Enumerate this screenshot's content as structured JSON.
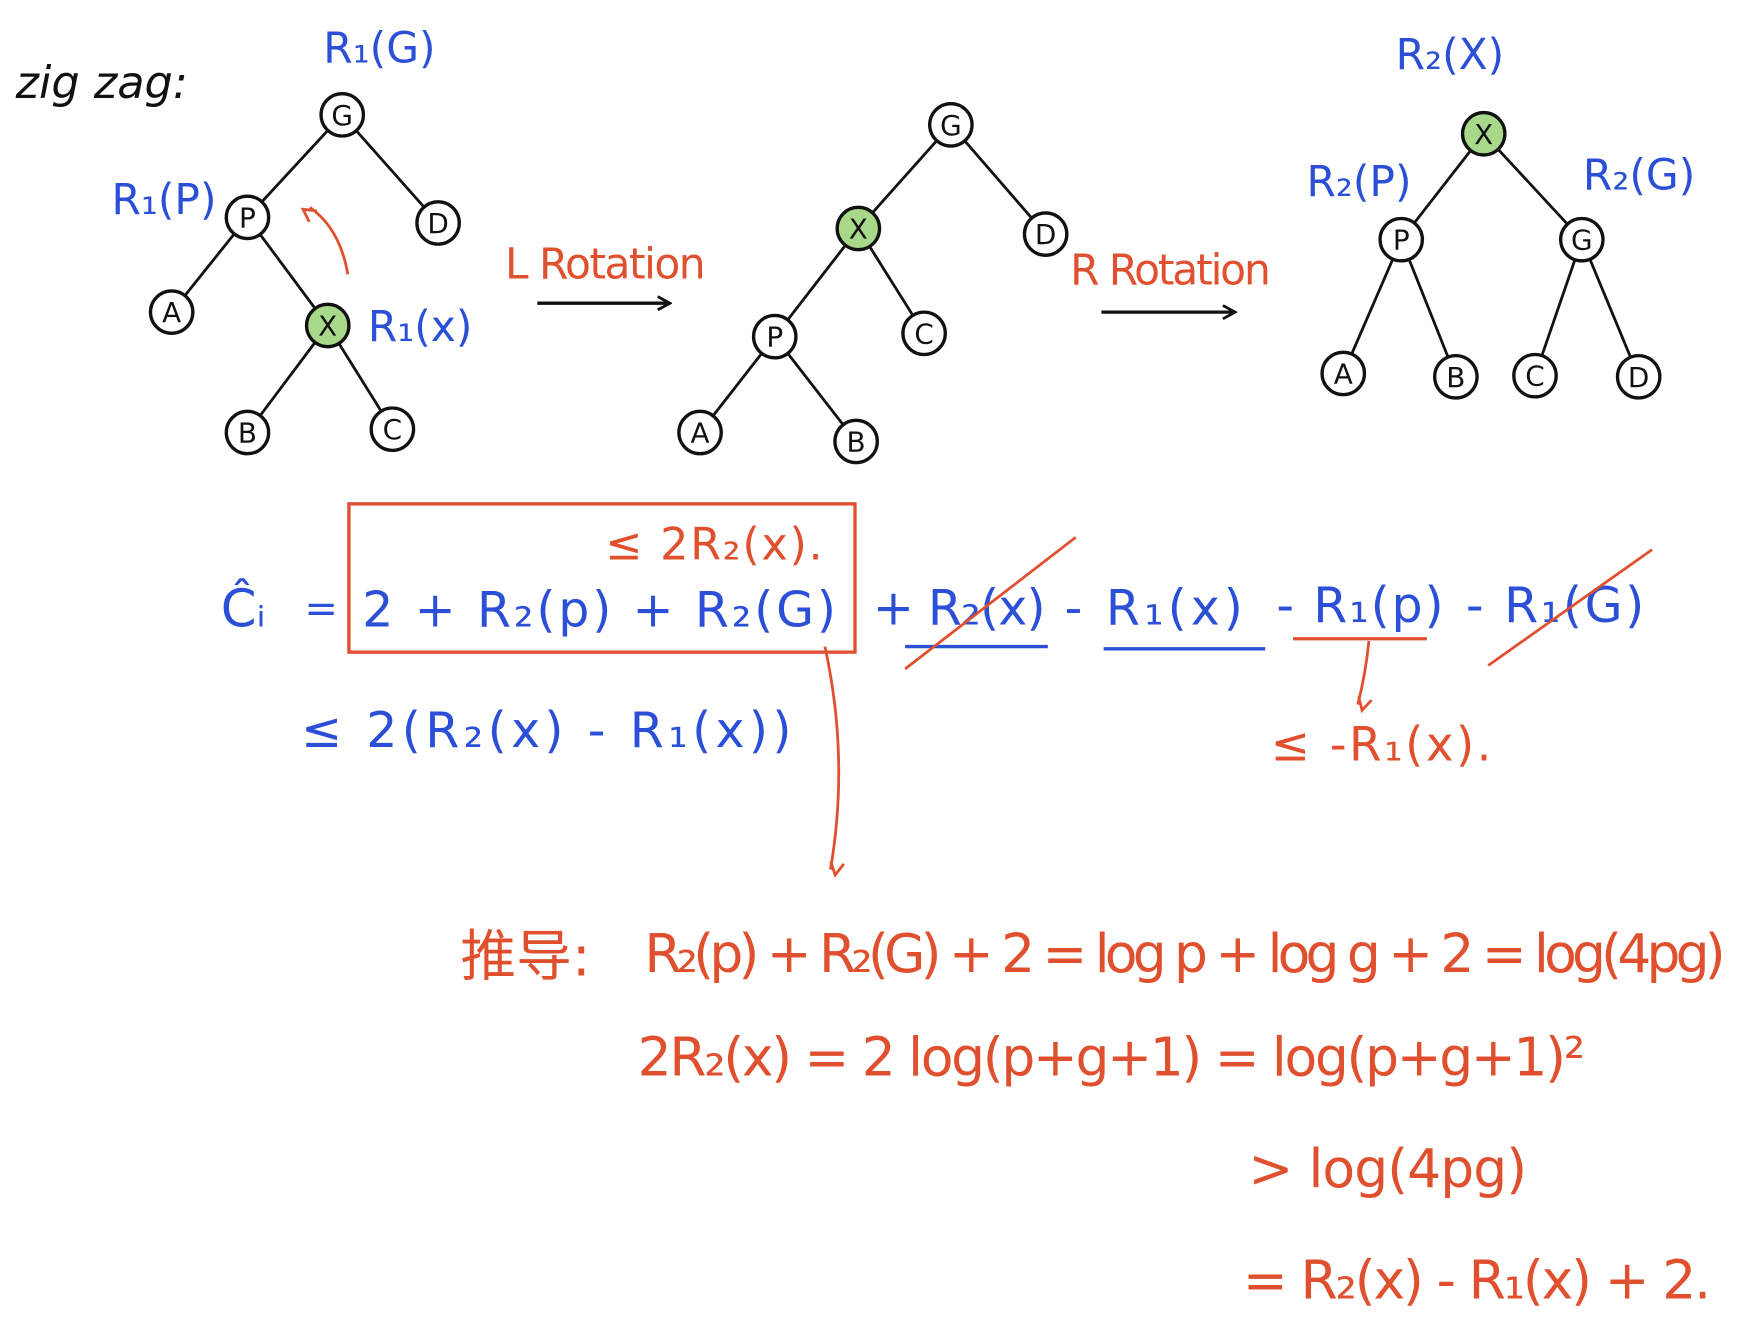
{
  "title": "zig zag:",
  "colors": {
    "blue": "#2b4fd6",
    "red": "#e0502f",
    "green": "#a8d98a",
    "black": "#111111"
  },
  "trees": [
    {
      "nodes": {
        "G": "G",
        "P": "P",
        "D": "D",
        "A": "A",
        "X": "X",
        "B": "B",
        "C": "C"
      },
      "edges": [
        [
          "G",
          "P"
        ],
        [
          "G",
          "D"
        ],
        [
          "P",
          "A"
        ],
        [
          "P",
          "X"
        ],
        [
          "X",
          "B"
        ],
        [
          "X",
          "C"
        ]
      ],
      "highlight": "X",
      "labels": {
        "G": "R₁(G)",
        "P": "R₁(P)",
        "X": "R₁(x)"
      }
    },
    {
      "nodes": {
        "G": "G",
        "X": "X",
        "D": "D",
        "P": "P",
        "C": "C",
        "A": "A",
        "B": "B"
      },
      "edges": [
        [
          "G",
          "X"
        ],
        [
          "G",
          "D"
        ],
        [
          "X",
          "P"
        ],
        [
          "X",
          "C"
        ],
        [
          "P",
          "A"
        ],
        [
          "P",
          "B"
        ]
      ],
      "highlight": "X"
    },
    {
      "nodes": {
        "X": "X",
        "P": "P",
        "G": "G",
        "A": "A",
        "B": "B",
        "C": "C",
        "D": "D"
      },
      "edges": [
        [
          "X",
          "P"
        ],
        [
          "X",
          "G"
        ],
        [
          "P",
          "A"
        ],
        [
          "P",
          "B"
        ],
        [
          "G",
          "C"
        ],
        [
          "G",
          "D"
        ]
      ],
      "highlight": "X",
      "labels": {
        "X": "R₂(X)",
        "P": "R₂(P)",
        "G": "R₂(G)"
      }
    }
  ],
  "arrows": {
    "left_rotation": "L Rotation",
    "right_rotation": "R Rotation"
  },
  "formula": {
    "lhs": "Ĉᵢ",
    "eq": "=",
    "boxed": "2 +  R₂(p) + R₂(G)",
    "box_note": "≤ 2R₂(x).",
    "term1": "+ R₂(x)",
    "term2": "- R₁(x)",
    "term3": "- R₁(p)",
    "term4": "- R₁(G)",
    "bound": "≤  2(R₂(x) - R₁(x))",
    "term3_note": "≤ -R₁(x)."
  },
  "derivation": {
    "label": "推导:",
    "line1": "R₂(p) + R₂(G) + 2 = log p + log g + 2 = log(4pg)",
    "line2": "2R₂(x) = 2 log(p+g+1) = log(p+g+1)²",
    "line3": "> log(4pg)",
    "line4": "= R₂(x) - R₁(x) + 2."
  }
}
